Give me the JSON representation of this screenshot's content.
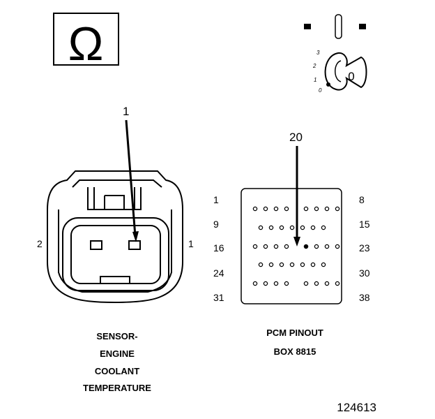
{
  "ohmmeter_symbol": "Ω",
  "ignition": {
    "positions": [
      "3",
      "2",
      "1",
      "0"
    ],
    "current_position": "0",
    "icon": "ignition-key-icon"
  },
  "sensor_connector": {
    "callout": "1",
    "pin_left": "2",
    "pin_right": "1",
    "caption": [
      "SENSOR-",
      "ENGINE",
      "COOLANT",
      "TEMPERATURE"
    ]
  },
  "pcm_connector": {
    "callout": "20",
    "row_start_labels": [
      "1",
      "9",
      "16",
      "24",
      "31"
    ],
    "row_end_labels": [
      "8",
      "15",
      "23",
      "30",
      "38"
    ],
    "row_pin_counts": [
      8,
      7,
      8,
      7,
      8
    ],
    "highlighted_pin": "20",
    "caption": [
      "PCM PINOUT",
      "BOX 8815"
    ]
  },
  "figure_id": "124613",
  "colors": {
    "line": "#000000",
    "background": "#ffffff"
  }
}
